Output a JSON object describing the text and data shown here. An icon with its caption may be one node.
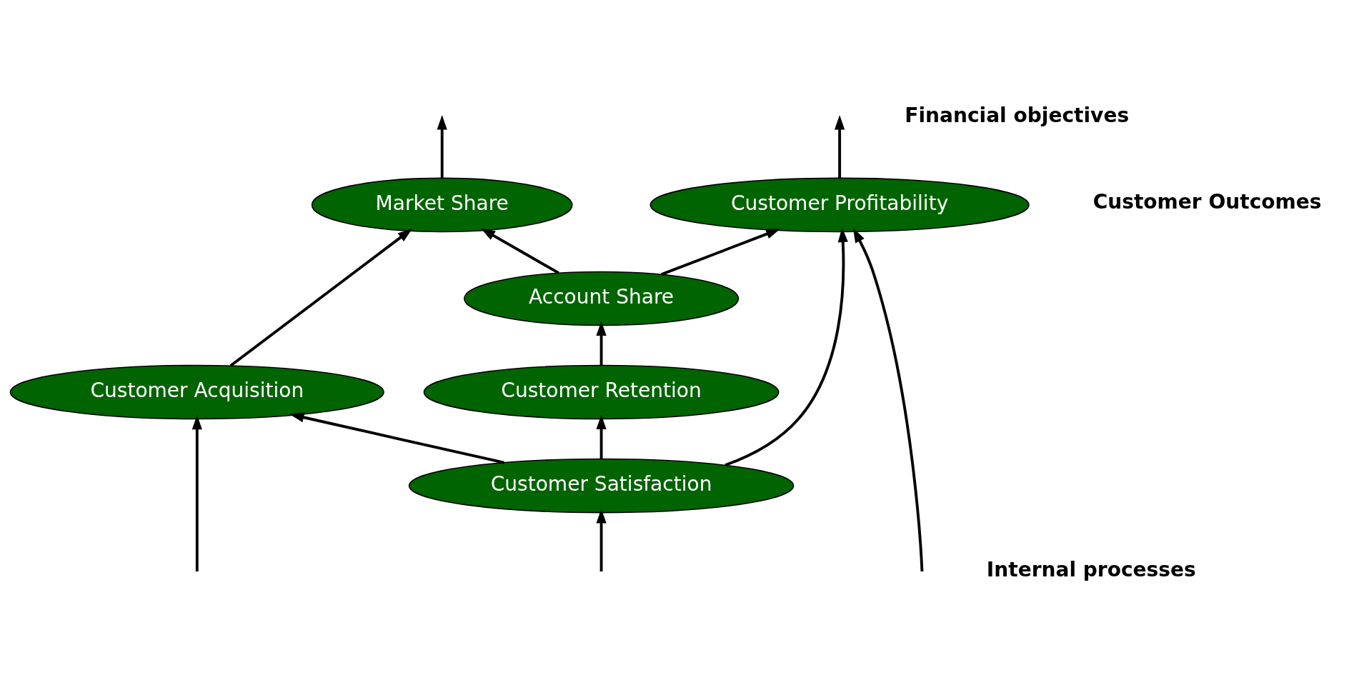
{
  "diagram": {
    "nodes": [
      {
        "text": [
          "Market Share"
        ]
      },
      {
        "text": [
          "Account Share"
        ]
      },
      {
        "text": [
          "Customer Profitability"
        ]
      },
      {
        "text": [
          "Customer Retention"
        ]
      },
      {
        "text": [
          "Customer Acquisition"
        ]
      },
      {
        "text": [
          "Customer Satisfaction"
        ]
      }
    ],
    "edges": [
      {
        "from": 0,
        "to": null,
        "arrow": "to"
      },
      {
        "from": null,
        "to": 2,
        "arrow": "to"
      },
      {
        "from": 1,
        "to": 0,
        "arrow": "to"
      },
      {
        "from": 4,
        "to": 0,
        "arrow": "to"
      },
      {
        "from": 1,
        "to": 2,
        "arrow": "to"
      },
      {
        "from": 3,
        "to": 1,
        "arrow": "to"
      },
      {
        "from": 5,
        "to": 4,
        "arrow": "to"
      },
      {
        "from": 5,
        "to": 3,
        "arrow": "to"
      },
      {
        "from": 5,
        "to": 2,
        "arrow": "to"
      },
      {
        "from": null,
        "to": 4,
        "arrow": "to"
      },
      {
        "from": null,
        "to": 5,
        "arrow": "to"
      },
      {
        "from": 2,
        "to": null,
        "arrow": "to"
      }
    ],
    "labels": [
      "Financial objectives",
      "Customer Outcomes",
      "Internal processes"
    ]
  }
}
